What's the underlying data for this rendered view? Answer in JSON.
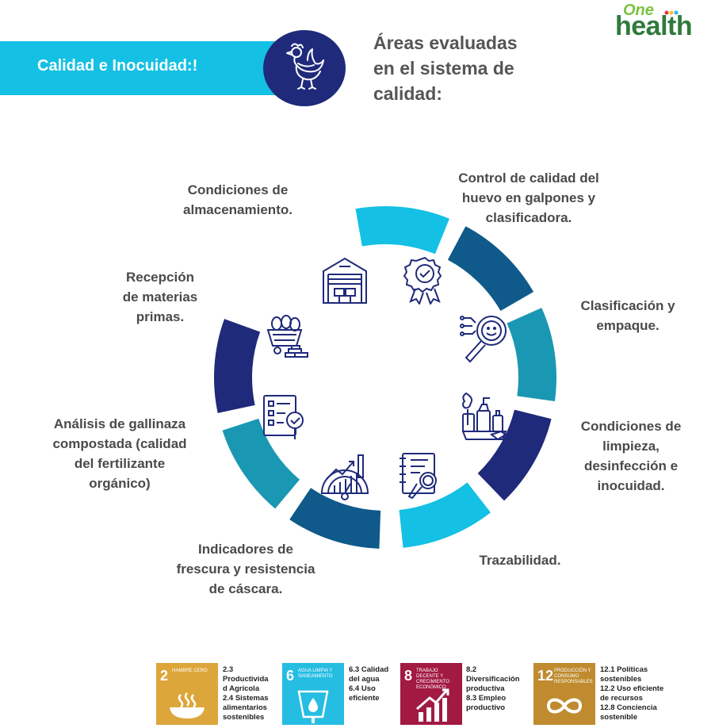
{
  "banner": {
    "label": "Calidad e Inocuidad:!"
  },
  "title": {
    "line1": "Áreas evaluadas",
    "line2": "en el sistema de",
    "line3": "calidad:"
  },
  "logo": {
    "top": "One",
    "bottom": "health"
  },
  "areas": {
    "storage": {
      "line1": "Condiciones de",
      "line2": "almacenamiento."
    },
    "egg_quality": {
      "line1": "Control de calidad del",
      "line2": "huevo en galpones y",
      "line3": "clasificadora."
    },
    "reception": {
      "line1": "Recepción",
      "line2": "de materias",
      "line3": "primas."
    },
    "classification": {
      "line1": "Clasificación y",
      "line2": "empaque."
    },
    "manure": {
      "line1": "Análisis de gallinaza",
      "line2": "compostada (calidad",
      "line3": "del fertilizante",
      "line4": "orgánico)"
    },
    "cleaning": {
      "line1": "Condiciones de",
      "line2": "limpieza,",
      "line3": "desinfección e",
      "line4": "inocuidad."
    },
    "freshness": {
      "line1": "Indicadores de",
      "line2": "frescura y resistencia",
      "line3": "de cáscara."
    },
    "traceability": {
      "line1": "Trazabilidad."
    }
  },
  "colors": {
    "cyan": "#14c0e4",
    "teal": "#1a97b3",
    "navy": "#1f2a7b",
    "dark_blue": "#0f5a8a"
  },
  "sdgs": [
    {
      "number": "2",
      "name": "Hambre cero",
      "color": "#dda63a",
      "icon": "bowl-icon",
      "lines": [
        "2.3",
        "Productivida",
        "d Agrícola",
        "2.4 Sistemas",
        "alimentarios",
        "sostenibles"
      ]
    },
    {
      "number": "6",
      "name": "Agua limpia y saneamiento",
      "color": "#26bde2",
      "icon": "water-icon",
      "lines": [
        "6.3 Calidad",
        "del agua",
        "6.4 Uso",
        "eficiente"
      ]
    },
    {
      "number": "8",
      "name": "Trabajo decente y crecimiento económico",
      "color": "#a21942",
      "icon": "growth-chart-icon",
      "lines": [
        "8.2",
        "Diversificación",
        "productiva",
        "8.3 Empleo",
        "productivo"
      ]
    },
    {
      "number": "12",
      "name": "Producción y consumo responsables",
      "color": "#bf8b2e",
      "icon": "infinity-icon",
      "lines": [
        "12.1 Políticas",
        "sostenibles",
        "12.2 Uso eficiente",
        "de recursos",
        "12.8 Conciencia",
        "sostenible"
      ]
    }
  ]
}
